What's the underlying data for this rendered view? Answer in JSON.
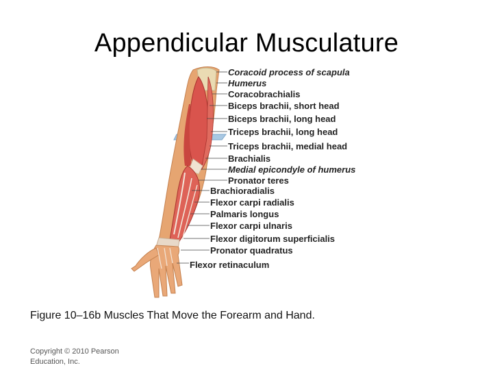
{
  "title": "Appendicular Musculature",
  "figure": {
    "labels": [
      {
        "text": "Coracoid process of scapula",
        "italic": true
      },
      {
        "text": "Humerus",
        "italic": true
      },
      {
        "text": "Coracobrachialis",
        "italic": false
      },
      {
        "text": "Biceps brachii, short head",
        "italic": false
      },
      {
        "text": "Biceps brachii, long head",
        "italic": false
      },
      {
        "text": "Triceps brachii, long head",
        "italic": false
      },
      {
        "text": "Triceps brachii, medial head",
        "italic": false
      },
      {
        "text": "Brachialis",
        "italic": false
      },
      {
        "text": "Medial epicondyle of humerus",
        "italic": true
      },
      {
        "text": "Pronator teres",
        "italic": false
      },
      {
        "text": "Brachioradialis",
        "italic": false
      },
      {
        "text": "Flexor carpi radialis",
        "italic": false
      },
      {
        "text": "Palmaris longus",
        "italic": false
      },
      {
        "text": "Flexor carpi ulnaris",
        "italic": false
      },
      {
        "text": "Flexor digitorum superficialis",
        "italic": false
      },
      {
        "text": "Pronator quadratus",
        "italic": false
      },
      {
        "text": "Flexor retinaculum",
        "italic": false
      }
    ]
  },
  "caption": "Figure 10–16b Muscles That Move the Forearm and Hand.",
  "copyright": "Copyright © 2010 Pearson Education, Inc."
}
